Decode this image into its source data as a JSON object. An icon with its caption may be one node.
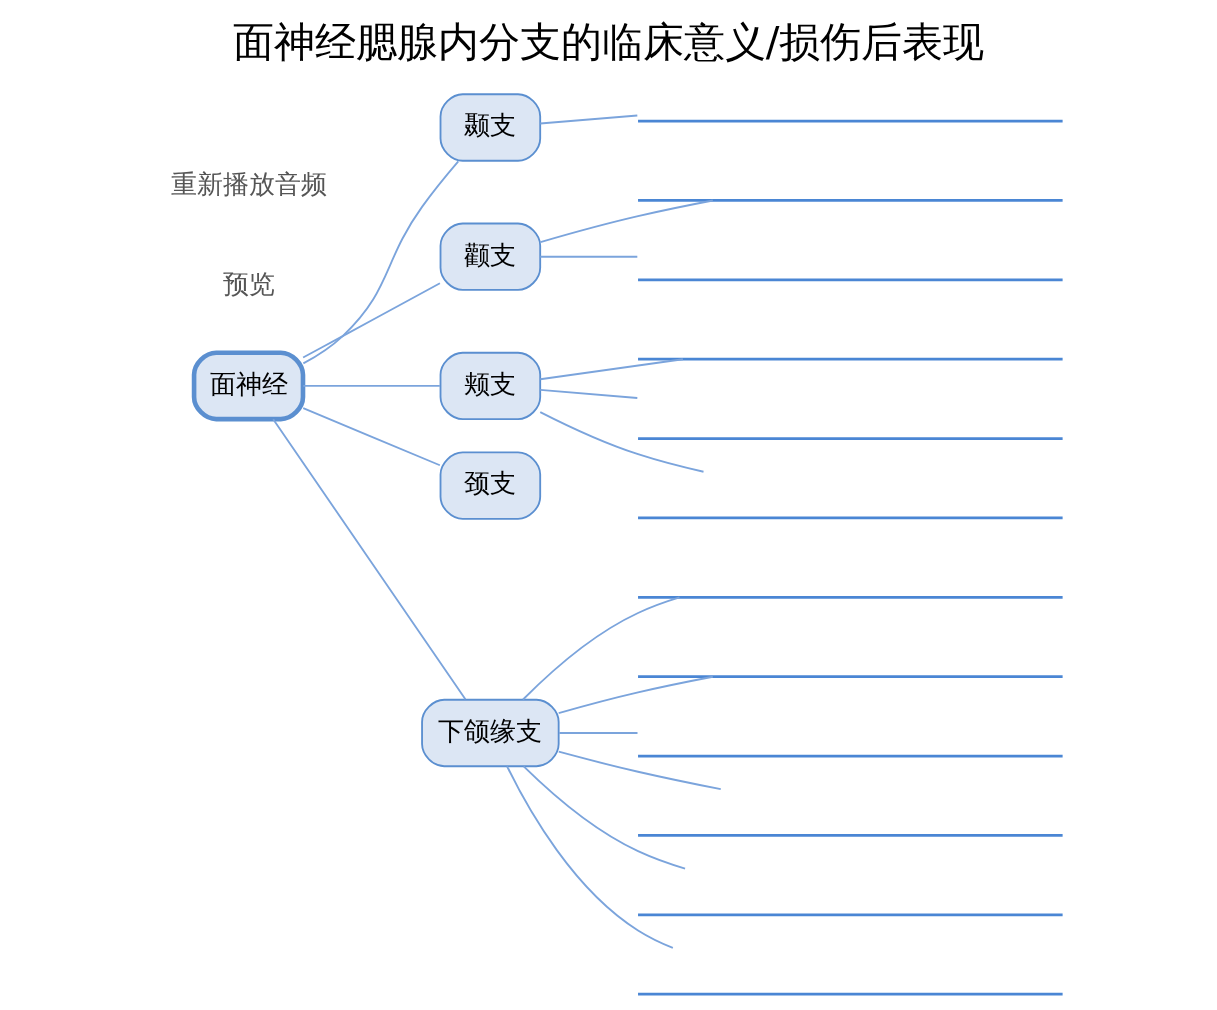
{
  "diagram": {
    "title": "面神经腮腺内分支的临床意义/损伤后表现",
    "nodes": [
      {
        "text": [
          "面神经"
        ]
      },
      {
        "text": [
          "颞支"
        ]
      },
      {
        "text": [],
        "shape": "bar"
      },
      {
        "text": [
          "颧支"
        ]
      },
      {
        "text": [],
        "shape": "bar"
      },
      {
        "text": [],
        "shape": "bar"
      },
      {
        "text": [
          "颊支"
        ]
      },
      {
        "text": [],
        "shape": "bar"
      },
      {
        "text": [],
        "shape": "bar"
      },
      {
        "text": [],
        "shape": "bar"
      },
      {
        "text": [
          "颈支"
        ]
      },
      {
        "text": [
          "下颌缘支"
        ]
      },
      {
        "text": [],
        "shape": "bar"
      },
      {
        "text": [],
        "shape": "bar"
      },
      {
        "text": [],
        "shape": "bar"
      },
      {
        "text": [],
        "shape": "bar"
      },
      {
        "text": [],
        "shape": "bar"
      },
      {
        "text": [],
        "shape": "bar"
      }
    ],
    "edges": [
      {
        "from": 0,
        "to": 1,
        "arrow": "none"
      },
      {
        "from": 1,
        "to": 2,
        "arrow": "none"
      },
      {
        "from": 0,
        "to": 3,
        "arrow": "none"
      },
      {
        "from": 3,
        "to": 4,
        "arrow": "none"
      },
      {
        "from": 3,
        "to": 5,
        "arrow": "none"
      },
      {
        "from": 0,
        "to": 6,
        "arrow": "none"
      },
      {
        "from": 6,
        "to": 7,
        "arrow": "none"
      },
      {
        "from": 6,
        "to": 8,
        "arrow": "none"
      },
      {
        "from": 6,
        "to": 9,
        "arrow": "none"
      },
      {
        "from": 0,
        "to": 10,
        "arrow": "none"
      },
      {
        "from": 0,
        "to": 11,
        "arrow": "none"
      },
      {
        "from": 11,
        "to": 12,
        "arrow": "none"
      },
      {
        "from": 11,
        "to": 13,
        "arrow": "none"
      },
      {
        "from": 11,
        "to": 14,
        "arrow": "none"
      },
      {
        "from": 11,
        "to": 15,
        "arrow": "none"
      },
      {
        "from": 11,
        "to": 16,
        "arrow": "none"
      },
      {
        "from": 11,
        "to": 17,
        "arrow": "none"
      }
    ],
    "labels": [
      "预览",
      "重新播放音频"
    ]
  }
}
